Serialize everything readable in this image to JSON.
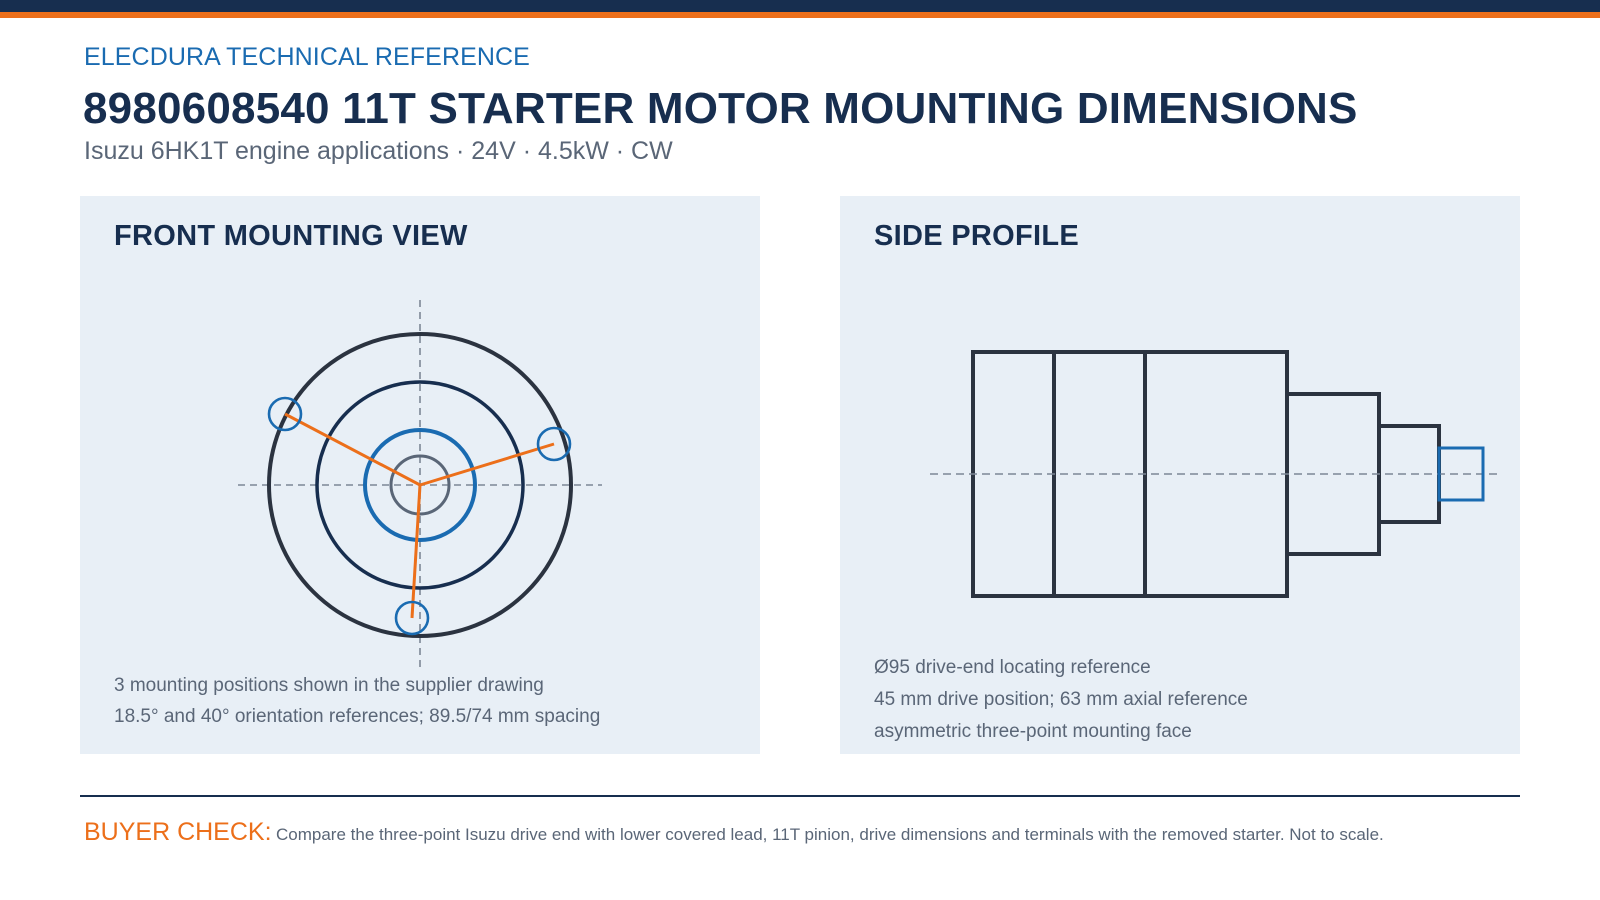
{
  "header": {
    "kicker": "ELECDURA TECHNICAL REFERENCE",
    "title": "8980608540 11T STARTER MOTOR MOUNTING DIMENSIONS",
    "subtitle": "Isuzu 6HK1T engine applications · 24V · 4.5kW · CW"
  },
  "front_view": {
    "heading": "FRONT MOUNTING VIEW",
    "notes": [
      "3 mounting positions shown in the supplier drawing",
      "18.5° and 40° orientation references; 89.5/74 mm spacing"
    ]
  },
  "side_profile": {
    "heading": "SIDE PROFILE",
    "notes": [
      "Ø95 drive-end locating reference",
      "45 mm drive position; 63 mm axial reference",
      "asymmetric three-point mounting face"
    ]
  },
  "footer": {
    "label": "BUYER CHECK:",
    "text": "Compare the three-point Isuzu drive end with lower covered lead, 11T pinion, drive dimensions and terminals with the removed starter. Not to scale."
  },
  "colors": {
    "navy": "#172e4f",
    "orange": "#ec6f1a",
    "blue": "#1a6bb1",
    "panel": "#e8eff6",
    "text_gray": "#5a6677",
    "outline": "#2b3340"
  }
}
